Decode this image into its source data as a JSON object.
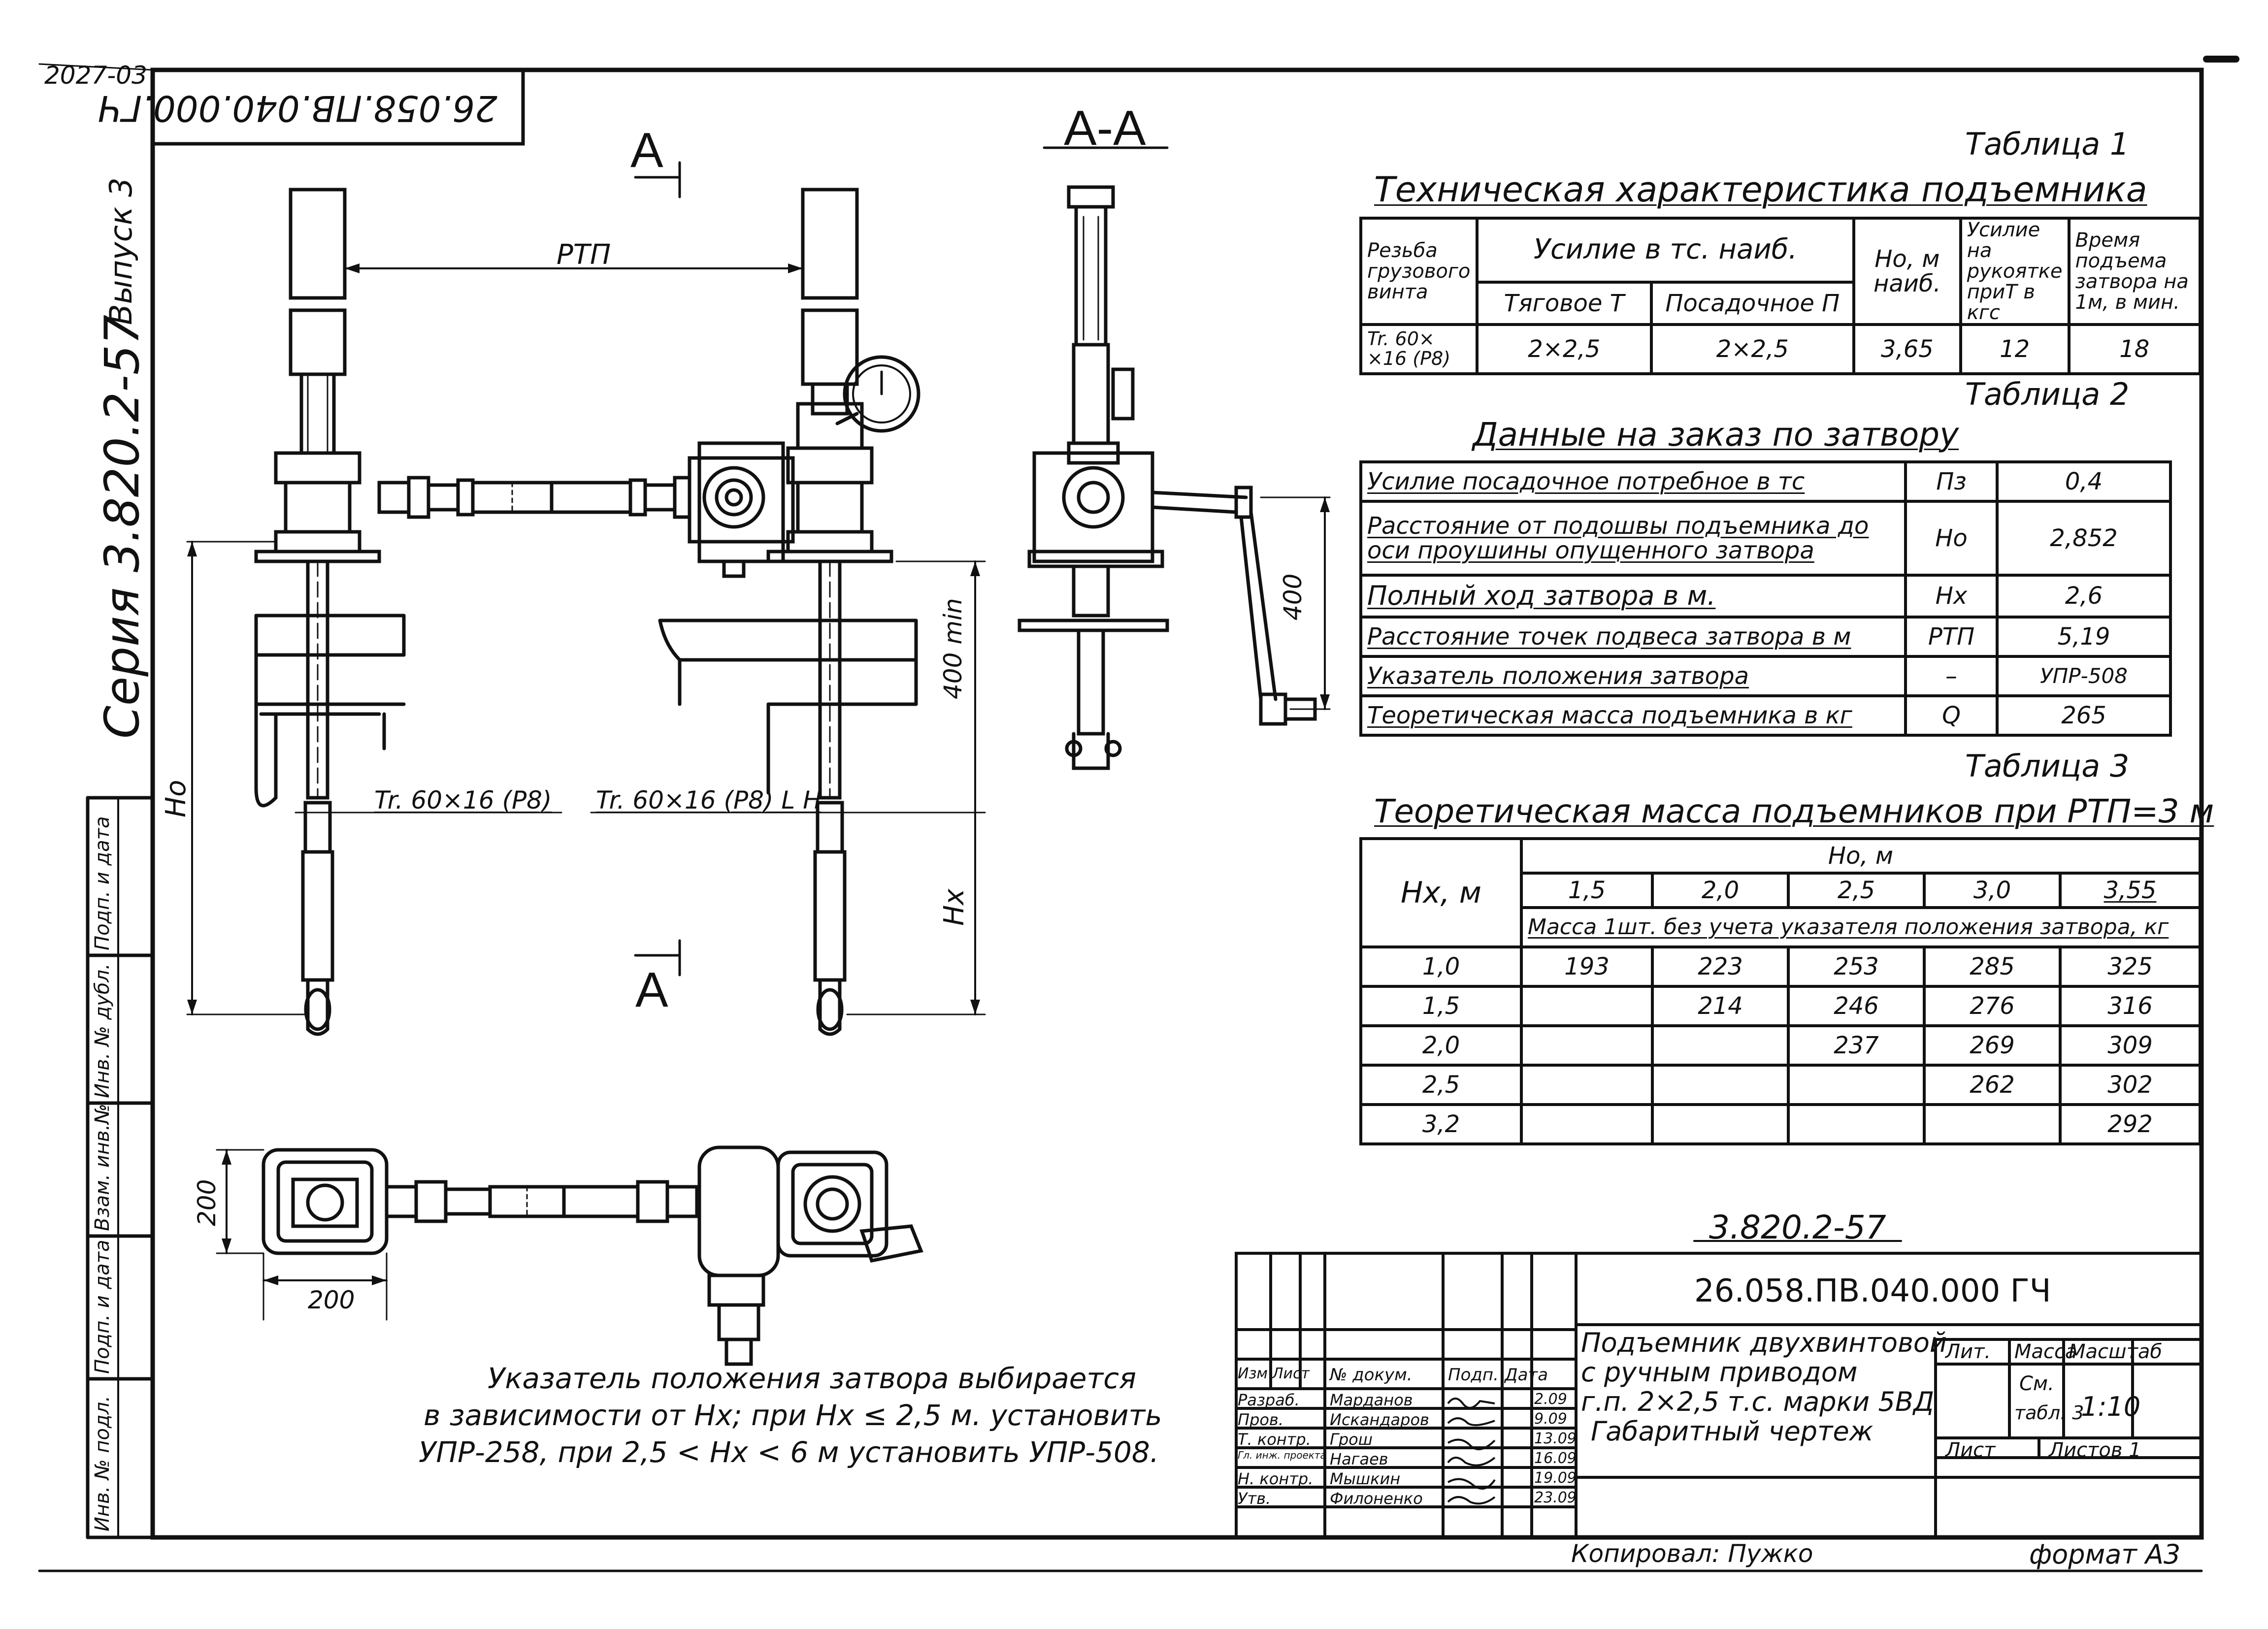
{
  "sheet": {
    "corner_code": "2027-03",
    "doc_code_mirrored": "26.058.ПВ.040.000.ГЧ",
    "series": "Серия 3.820.2-57",
    "issue": "Выпуск 3"
  },
  "side_stamp": [
    "Инв. № подл.",
    "Подп. и дата",
    "Взам. инв.№",
    "Инв. № дубл.",
    "Подп. и дата"
  ],
  "drawing": {
    "section_mark_top": "А",
    "section_mark_bottom": "А",
    "section_title": "А-А",
    "rtp": "РТП",
    "ho": "Но",
    "hx": "Нх",
    "dim_400min": "400 min",
    "dim_400": "400",
    "dim_200_v": "200",
    "dim_200_h": "200",
    "thread_left": "Tr. 60×16 (Р8)",
    "thread_right": "Tr. 60×16 (Р8) L H"
  },
  "table1": {
    "label": "Таблица 1",
    "title": "Техническая характеристика подъемника",
    "h_thread": "Резьба грузового винта",
    "h_force": "Усилие в тс. наиб.",
    "h_pull": "Тяговое Т",
    "h_seat": "Посадочное П",
    "h_ho": "Но, м наиб.",
    "h_handle": "Усилие на рукоятке приТ в кгс",
    "h_time": "Время подъема затвора на 1м, в мин.",
    "r_thread": "Tr. 60× ×16 (Р8)",
    "r_pull": "2×2,5",
    "r_seat": "2×2,5",
    "r_ho": "3,65",
    "r_handle": "12",
    "r_time": "18"
  },
  "table2": {
    "label": "Таблица 2",
    "title": "Данные на заказ по затвору",
    "rows": [
      {
        "name": "Усилие посадочное потребное в тс",
        "sym": "Пз",
        "val": "0,4"
      },
      {
        "name": "Расстояние от подошвы подъемника до оси проушины опущенного затвора",
        "sym": "Но",
        "val": "2,852"
      },
      {
        "name": "Полный ход затвора в м.",
        "sym": "Нх",
        "val": "2,6"
      },
      {
        "name": "Расстояние точек подвеса затвора в м",
        "sym": "РТП",
        "val": "5,19"
      },
      {
        "name": "Указатель положения затвора",
        "sym": "–",
        "val": "УПР-508"
      },
      {
        "name": "Теоретическая масса подъемника в кг",
        "sym": "Q",
        "val": "265"
      }
    ]
  },
  "table3": {
    "label": "Таблица 3",
    "title": "Теоретическая масса подъемников при РТП=3 м",
    "h_hx": "Нх, м",
    "h_ho": "Но, м",
    "ho_values": [
      "1,5",
      "2,0",
      "2,5",
      "3,0",
      "3,55"
    ],
    "h_mass": "Масса 1шт. без учета указателя положения затвора, кг",
    "rows": [
      {
        "hx": "1,0",
        "v": [
          "193",
          "223",
          "253",
          "285",
          "325"
        ]
      },
      {
        "hx": "1,5",
        "v": [
          "",
          "214",
          "246",
          "276",
          "316"
        ]
      },
      {
        "hx": "2,0",
        "v": [
          "",
          "",
          "237",
          "269",
          "309"
        ]
      },
      {
        "hx": "2,5",
        "v": [
          "",
          "",
          "",
          "262",
          "302"
        ]
      },
      {
        "hx": "3,2",
        "v": [
          "",
          "",
          "",
          "",
          "292"
        ]
      }
    ]
  },
  "note": {
    "line1": "Указатель положения затвора выбирается",
    "line2": "в зависимости от Нх; при Нх ≤ 2,5 м. установить",
    "line3": "УПР-258, при 2,5 < Нх < 6 м установить УПР-508."
  },
  "title_block": {
    "series_code": "3.820.2-57",
    "doc_code": "26.058.ПВ.040.000 ГЧ",
    "name_l1": "Подъемник двухвинтовой",
    "name_l2": "с ручным приводом",
    "name_l3": "г.п. 2×2,5 т.с. марки 5ВД",
    "name_l4": "Габаритный чертеж",
    "h_lit": "Лит.",
    "h_mass": "Масса",
    "h_scale": "Масштаб",
    "mass_val1": "См.",
    "mass_val2": "табл. 3",
    "scale_val": "1:10",
    "sheet": "Лист",
    "sheets": "Листов 1",
    "col_headers": [
      "Изм",
      "Лист",
      "№ докум.",
      "Подп.",
      "Дата"
    ],
    "people": [
      {
        "role": "Разраб.",
        "name": "Марданов",
        "date": "2.09"
      },
      {
        "role": "Пров.",
        "name": "Искандаров",
        "date": "9.09"
      },
      {
        "role": "Т. контр.",
        "name": "Грош",
        "date": "13.09"
      },
      {
        "role": "Гл. инж. проекта",
        "name": "Нагаев",
        "date": "16.09"
      },
      {
        "role": "Н. контр.",
        "name": "Мышкин",
        "date": "19.09"
      },
      {
        "role": "Утв.",
        "name": "Филоненко",
        "date": "23.09"
      }
    ],
    "copied": "Копировал: Пужко",
    "format": "формат А3"
  }
}
